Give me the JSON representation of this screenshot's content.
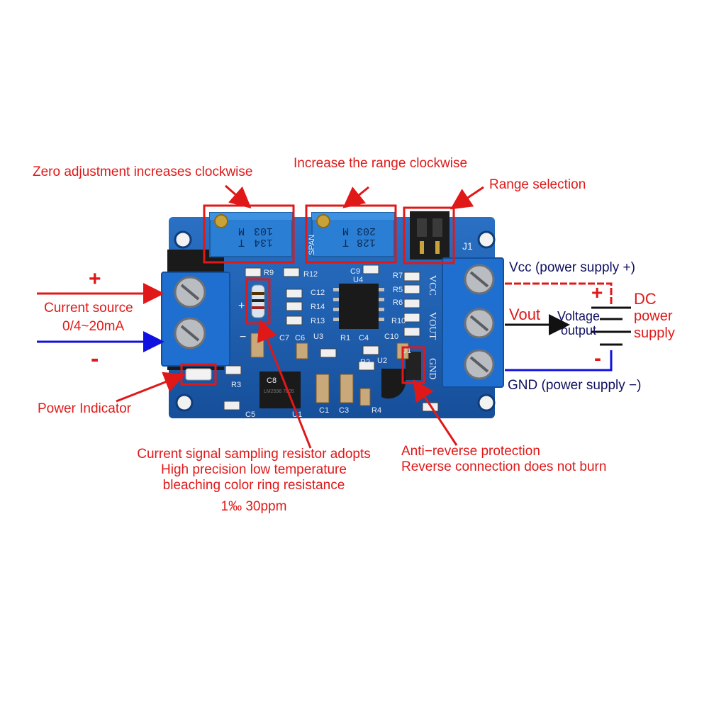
{
  "callouts": {
    "zero_adjust": "Zero adjustment increases clockwise",
    "range_clockwise": "Increase the range clockwise",
    "range_selection": "Range selection",
    "current_source": "Current source",
    "current_range": "0/4~20mA",
    "plus_sign": "+",
    "minus_sign": "-",
    "power_indicator": "Power Indicator",
    "sampling_line1": "Current signal sampling resistor adopts",
    "sampling_line2": "High precision low temperature",
    "sampling_line3": "bleaching color ring resistance",
    "sampling_spec": "1‰ 30ppm",
    "anti_reverse_line1": "Anti−reverse protection",
    "anti_reverse_line2": "Reverse connection does not burn",
    "vcc": "Vcc (power supply +)",
    "vout": "Vout",
    "voltage_output_line1": "Voltage",
    "voltage_output_line2": "output",
    "gnd": "GND (power supply −)",
    "dc_line1": "DC",
    "dc_line2": "power",
    "dc_line3": "supply",
    "dc_plus": "+",
    "dc_minus": "-"
  },
  "board": {
    "pot_left_code": [
      "103",
      "134"
    ],
    "pot_left_letters": [
      "M",
      "T"
    ],
    "pot_right_code": [
      "203",
      "128"
    ],
    "pot_right_letters": [
      "M",
      "T"
    ],
    "silk_span": "SPAN",
    "silk_j1": "J1",
    "silk_vcc": "VCC",
    "silk_vout": "VOUT",
    "silk_gnd": "GND",
    "silk_plus": "+",
    "silk_minus": "−",
    "chip_u1": "LM2596 7805",
    "refs": [
      "R9",
      "R12",
      "C9",
      "U4",
      "C12",
      "R14",
      "R13",
      "R7",
      "R5",
      "R6",
      "R10",
      "C10",
      "C4",
      "R1",
      "U3",
      "C7",
      "C6",
      "C8",
      "R3",
      "C5",
      "U1",
      "C1",
      "C3",
      "R4",
      "R2",
      "U2",
      "D1"
    ]
  },
  "colors": {
    "annotation_red": "#e01818",
    "arrow_blue": "#1010e0",
    "pcb_blue": "#1e62b8",
    "terminal_blue": "#1f6fd0",
    "pot_blue": "#2a7fd4"
  }
}
